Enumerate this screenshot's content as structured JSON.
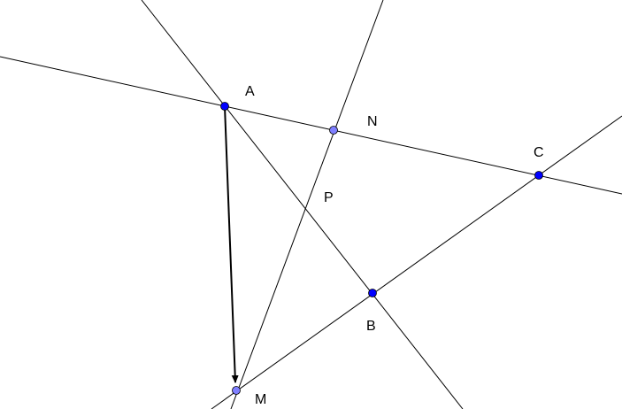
{
  "points": {
    "A": "A",
    "B": "B",
    "C": "C",
    "N": "N",
    "M": "M",
    "P": "P"
  },
  "colors": {
    "free_point": "#0000ff",
    "dependent_point": "#7f7fff",
    "line": "#000000"
  }
}
